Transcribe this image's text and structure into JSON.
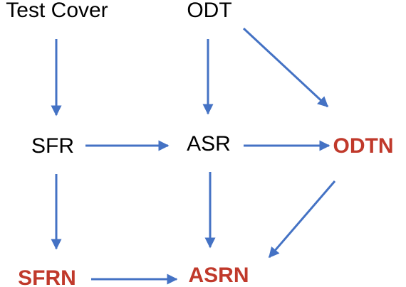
{
  "colors": {
    "edge": "#4472C4",
    "highlight": "#C0392B",
    "text": "#000000"
  },
  "nodes": {
    "test_cover": {
      "label": "Test Cover",
      "highlight": false
    },
    "odt": {
      "label": "ODT",
      "highlight": false
    },
    "sfr": {
      "label": "SFR",
      "highlight": false
    },
    "asr": {
      "label": "ASR",
      "highlight": false
    },
    "odtn": {
      "label": "ODTN",
      "highlight": true
    },
    "sfrn": {
      "label": "SFRN",
      "highlight": true
    },
    "asrn": {
      "label": "ASRN",
      "highlight": true
    }
  },
  "edges": [
    {
      "from": "test_cover",
      "to": "sfr"
    },
    {
      "from": "odt",
      "to": "asr"
    },
    {
      "from": "odt",
      "to": "odtn"
    },
    {
      "from": "sfr",
      "to": "asr"
    },
    {
      "from": "asr",
      "to": "odtn"
    },
    {
      "from": "sfr",
      "to": "sfrn"
    },
    {
      "from": "asr",
      "to": "asrn"
    },
    {
      "from": "odtn",
      "to": "asrn"
    },
    {
      "from": "sfrn",
      "to": "asrn"
    }
  ]
}
